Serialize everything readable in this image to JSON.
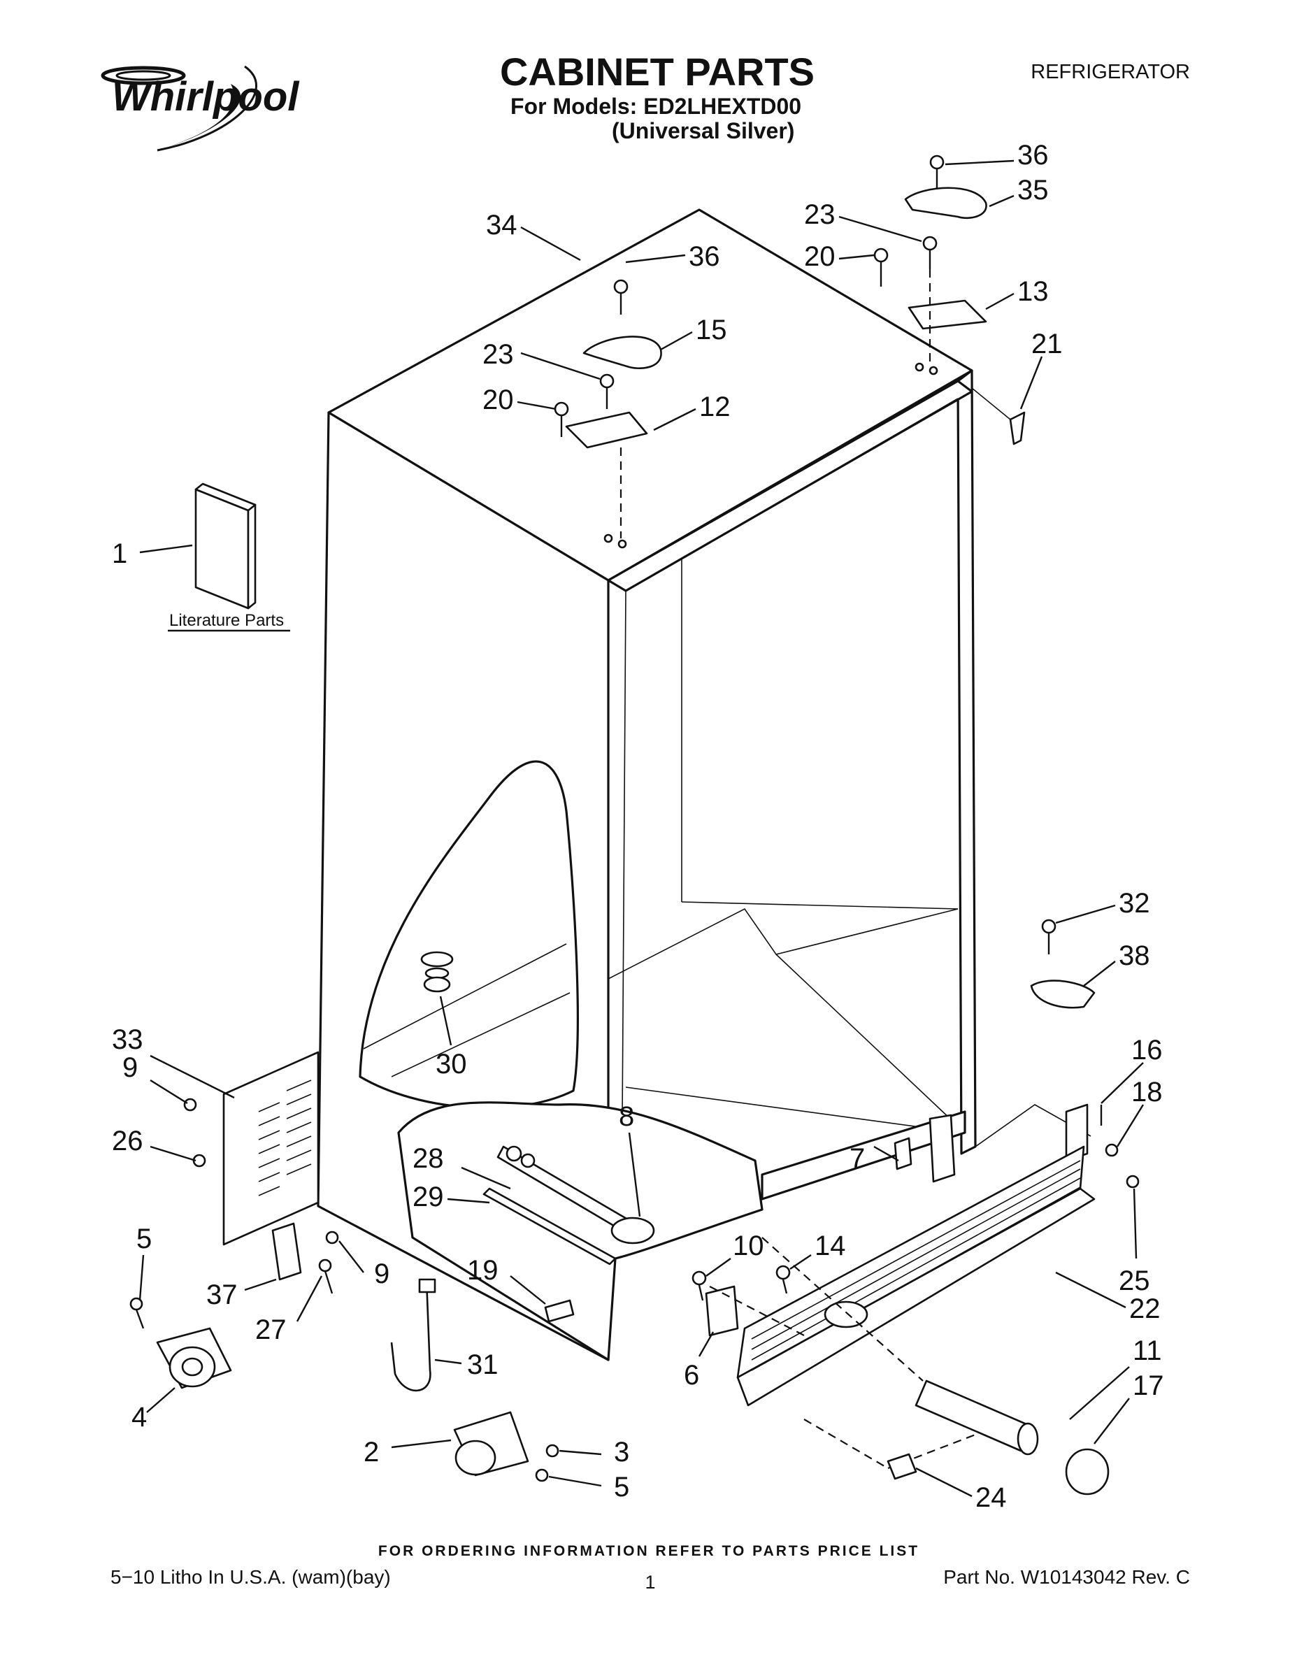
{
  "brand": "Whirlpool",
  "header": {
    "title": "CABINET PARTS",
    "models_line": "For Models: ED2LHEXTD00",
    "color_line": "(Universal Silver)",
    "category": "REFRIGERATOR"
  },
  "literature_label": "Literature Parts",
  "callouts": [
    "1",
    "2",
    "3",
    "4",
    "5",
    "5",
    "6",
    "7",
    "8",
    "9",
    "9",
    "10",
    "11",
    "12",
    "13",
    "14",
    "15",
    "16",
    "17",
    "18",
    "19",
    "20",
    "20",
    "21",
    "22",
    "23",
    "23",
    "24",
    "25",
    "26",
    "27",
    "28",
    "29",
    "30",
    "31",
    "32",
    "33",
    "34",
    "35",
    "36",
    "36",
    "37",
    "38"
  ],
  "footer": {
    "ordering_note": "FOR ORDERING INFORMATION REFER TO PARTS PRICE LIST",
    "litho": "5−10 Litho In U.S.A. (wam)(bay)",
    "page_number": "1",
    "part_number": "Part No. W10143042 Rev. C"
  }
}
